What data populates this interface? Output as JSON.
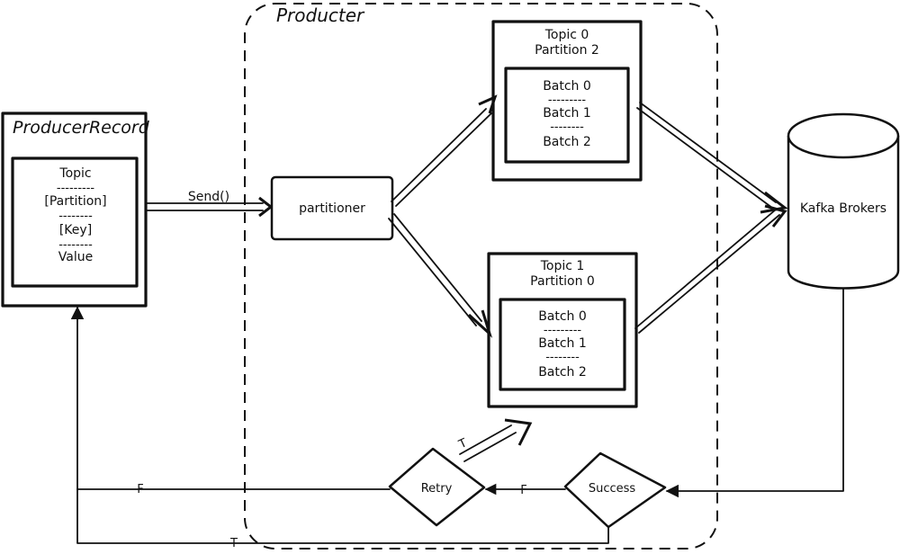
{
  "producer_record": {
    "title": "ProducerRecord",
    "fields": [
      "Topic",
      "---------",
      "[Partition]",
      "--------",
      "[Key]",
      "--------",
      "Value"
    ]
  },
  "producer": {
    "title": "Producter",
    "partitioner_label": "partitioner"
  },
  "topic0": {
    "line1": "Topic 0",
    "line2": "Partition 2",
    "batches": [
      "Batch 0",
      "---------",
      "Batch 1",
      "--------",
      "Batch 2"
    ]
  },
  "topic1": {
    "line1": "Topic 1",
    "line2": "Partition 0",
    "batches": [
      "Batch 0",
      "---------",
      "Batch 1",
      "--------",
      "Batch 2"
    ]
  },
  "kafka": {
    "label": "Kafka Brokers"
  },
  "decisions": {
    "success": "Success",
    "retry": "Retry"
  },
  "edge_labels": {
    "send": "Send()",
    "f_success_to_retry": "F",
    "f_retry_to_record": "F",
    "t_success_to_record": "T",
    "t_retry_to_batch": "T"
  }
}
